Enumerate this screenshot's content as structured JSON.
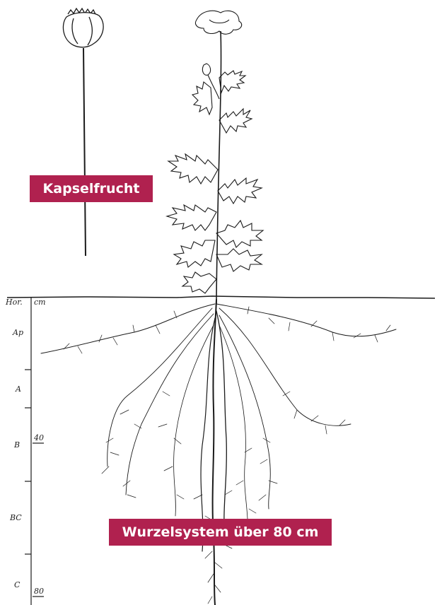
{
  "labels": {
    "capsule": "Kapselfrucht",
    "roots": "Wurzelsystem über 80 cm"
  },
  "depth_scale": {
    "header_horizon": "Hor.",
    "header_unit": "cm",
    "horizons": [
      "Ap",
      "A",
      "B",
      "BC",
      "C"
    ],
    "marks": [
      "40",
      "80"
    ]
  },
  "colors": {
    "label_bg": "#b0214f",
    "ink": "#1a1a1a"
  }
}
